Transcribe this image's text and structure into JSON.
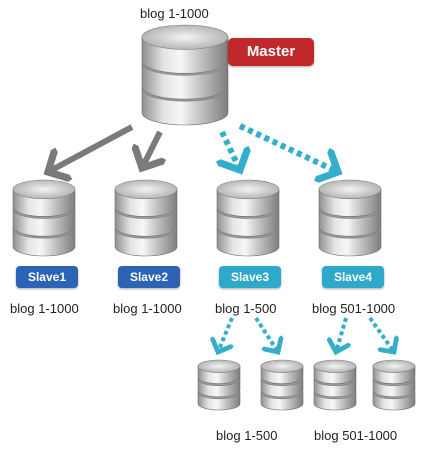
{
  "master": {
    "label": "blog 1-1000",
    "badge": "Master",
    "badge_color": "#c0282b"
  },
  "slaves": [
    {
      "badge": "Slave1",
      "label": "blog 1-1000",
      "badge_color": "#2c63b4",
      "link": "solid"
    },
    {
      "badge": "Slave2",
      "label": "blog 1-1000",
      "badge_color": "#2c63b4",
      "link": "solid"
    },
    {
      "badge": "Slave3",
      "label": "blog 1-500",
      "badge_color": "#2ea9c9",
      "link": "dotted"
    },
    {
      "badge": "Slave4",
      "label": "blog 501-1000",
      "badge_color": "#2ea9c9",
      "link": "dotted"
    }
  ],
  "shards": [
    {
      "label": "blog 1-500",
      "parent": "Slave3"
    },
    {
      "label": "blog 501-1000",
      "parent": "Slave4"
    }
  ],
  "colors": {
    "solid_arrow": "#7a7a7a",
    "dotted_arrow": "#33aecb",
    "db_body": "#b9b9b9"
  },
  "icons": {
    "database": "database-cylinder-icon"
  }
}
